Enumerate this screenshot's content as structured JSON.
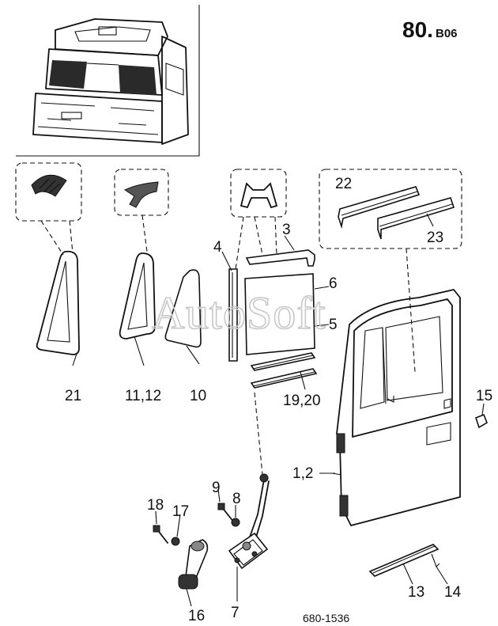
{
  "header": {
    "code_main": "80.",
    "code_sub": "B06"
  },
  "watermark": "AutoSoft",
  "drawing_number": "680-1536",
  "callouts": [
    {
      "id": "c21",
      "label": "21"
    },
    {
      "id": "c1112",
      "label": "11,12"
    },
    {
      "id": "c10",
      "label": "10"
    },
    {
      "id": "c4",
      "label": "4"
    },
    {
      "id": "c3",
      "label": "3"
    },
    {
      "id": "c6",
      "label": "6"
    },
    {
      "id": "c5",
      "label": "5"
    },
    {
      "id": "c1920",
      "label": "19,20"
    },
    {
      "id": "c22",
      "label": "22"
    },
    {
      "id": "c23",
      "label": "23"
    },
    {
      "id": "c15",
      "label": "15"
    },
    {
      "id": "c12door",
      "label": "1,2"
    },
    {
      "id": "c9",
      "label": "9"
    },
    {
      "id": "c8",
      "label": "8"
    },
    {
      "id": "c18",
      "label": "18"
    },
    {
      "id": "c17",
      "label": "17"
    },
    {
      "id": "c16",
      "label": "16"
    },
    {
      "id": "c7",
      "label": "7"
    },
    {
      "id": "c13",
      "label": "13"
    },
    {
      "id": "c14",
      "label": "14"
    }
  ]
}
